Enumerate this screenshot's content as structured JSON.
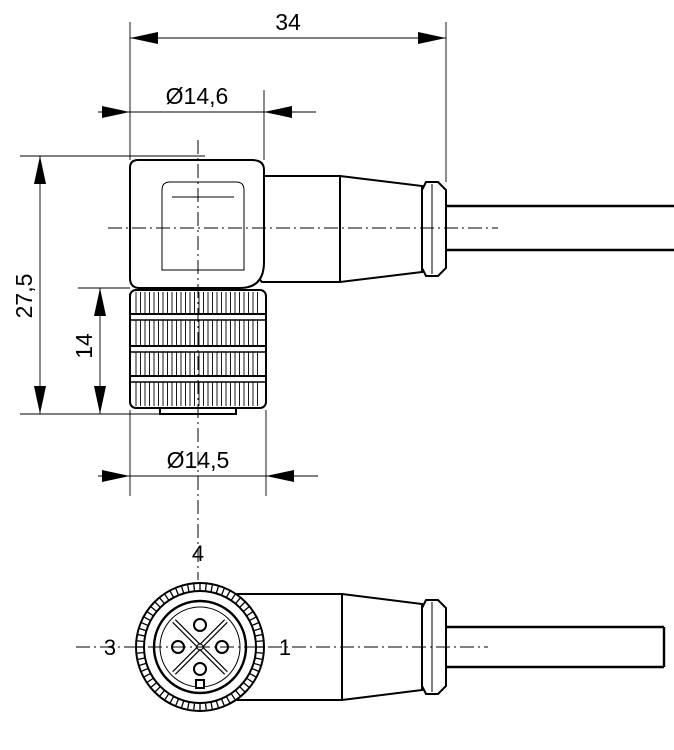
{
  "dimensions": {
    "overall_length": "34",
    "top_diameter": "Ø14,6",
    "height": "27,5",
    "nut_height": "14",
    "nut_diameter": "Ø14,5"
  },
  "pins": {
    "top": "4",
    "left": "3",
    "right": "1"
  },
  "colors": {
    "line": "#000000",
    "background": "#ffffff"
  }
}
